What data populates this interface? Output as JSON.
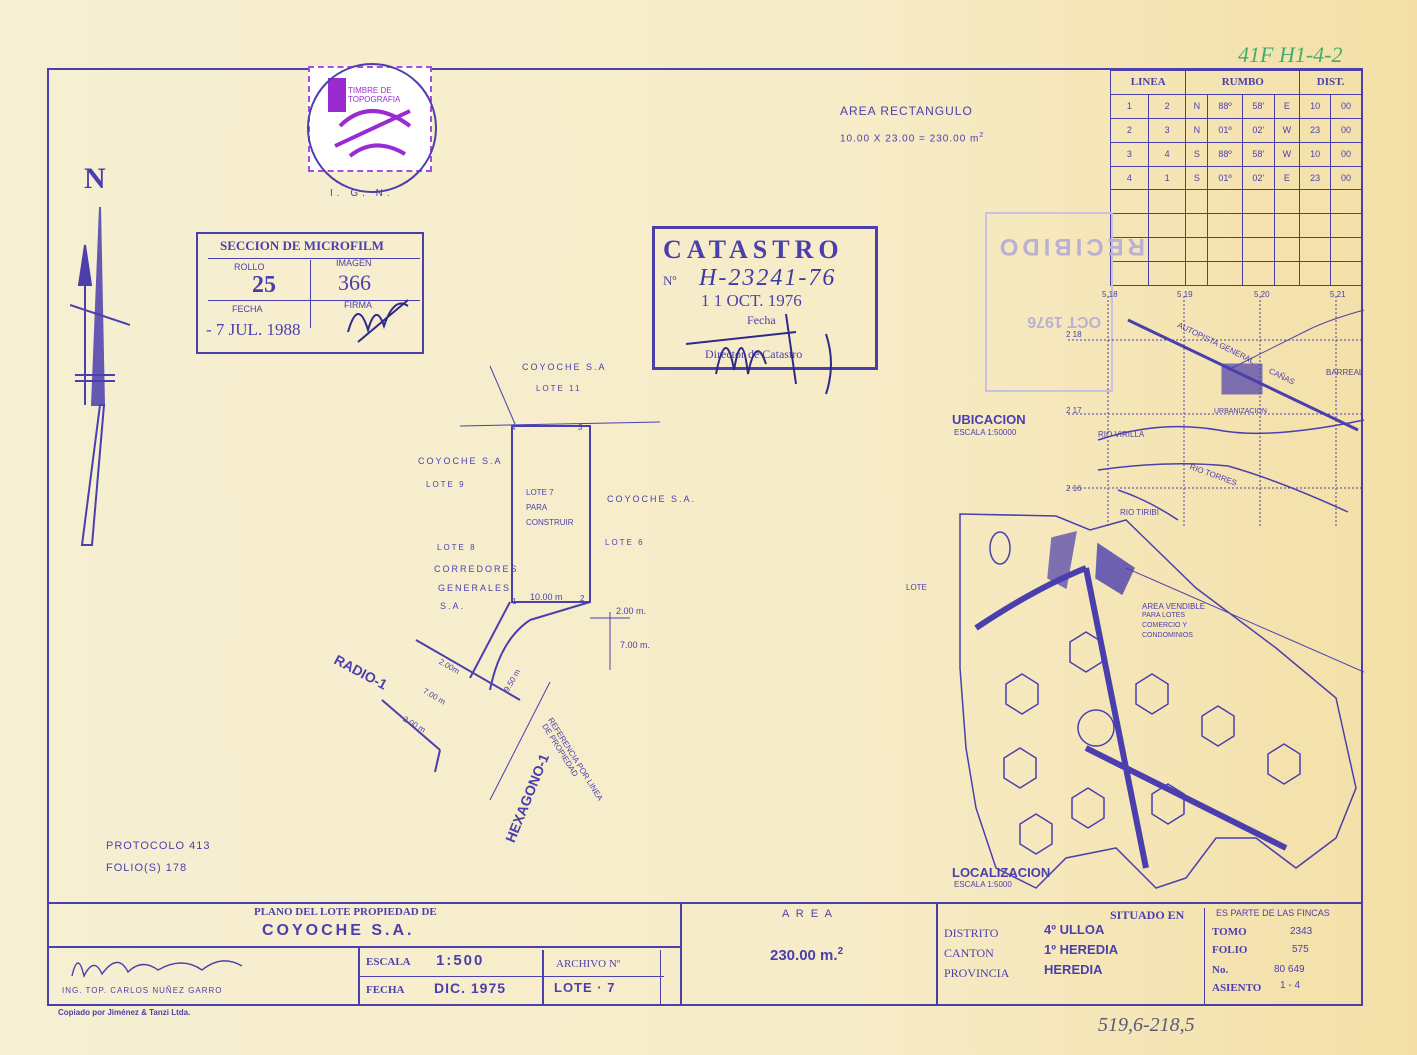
{
  "corner_note": "41F H1-4-2",
  "bottom_note": "519,6-218,5",
  "area_rect": {
    "title": "AREA RECTANGULO",
    "formula": "10.00 X 23.00 = 230.00 m",
    "sup": "2"
  },
  "rumbo_table": {
    "headers": [
      "LINEA",
      "RUMBO",
      "DIST."
    ],
    "rows": [
      [
        "1",
        "2",
        "N",
        "88º",
        "58'",
        "E",
        "10",
        "00"
      ],
      [
        "2",
        "3",
        "N",
        "01º",
        "02'",
        "W",
        "23",
        "00"
      ],
      [
        "3",
        "4",
        "S",
        "88º",
        "58'",
        "W",
        "10",
        "00"
      ],
      [
        "4",
        "1",
        "S",
        "01º",
        "02'",
        "E",
        "23",
        "00"
      ],
      [
        "",
        "",
        "",
        "",
        "",
        "",
        "",
        ""
      ],
      [
        "",
        "",
        "",
        "",
        "",
        "",
        "",
        ""
      ],
      [
        "",
        "",
        "",
        "",
        "",
        "",
        "",
        ""
      ],
      [
        "",
        "",
        "",
        "",
        "",
        "",
        "",
        ""
      ]
    ]
  },
  "north": "N",
  "timbre": {
    "text1": "TIMBRE DE",
    "text2": "TOPOGRAFIA",
    "ring": "I. G. N."
  },
  "microfilm": {
    "title": "SECCION DE MICROFILM",
    "rollo_label": "ROLLO",
    "rollo": "25",
    "imagen_label": "IMAGEN",
    "imagen": "366",
    "fecha_label": "FECHA",
    "fecha": "- 7 JUL. 1988",
    "firma_label": "FIRMA"
  },
  "catastro": {
    "title": "CATASTRO",
    "no_label": "Nº",
    "number": "H-23241-76",
    "date": "1 1 OCT. 1976",
    "fecha_label": "Fecha",
    "director": "Director de Catastro"
  },
  "recibido": {
    "text": "RECIBIDO",
    "date": "OCT 1976"
  },
  "plan_labels": {
    "coyoche_top": "COYOCHE S.A",
    "lote11": "LOTE 11",
    "coyoche_left": "COYOCHE S.A",
    "lote9": "LOTE 9",
    "lote7a": "LOTE 7",
    "lote7b": "PARA",
    "lote7c": "CONSTRUIR",
    "coyoche_right": "COYOCHE S.A.",
    "lote6": "LOTE 6",
    "lote8": "LOTE 8",
    "corr1": "CORREDORES",
    "corr2": "GENERALES",
    "corr3": "S.A.",
    "dim_10": "10.00 m",
    "dim_2a": "2.00 m.",
    "dim_7a": "7.00 m.",
    "dim_2b": "2.00m",
    "dim_7b": "7.00 m",
    "dim_2c": "2.00 m",
    "dim_950": "9.50 m",
    "radio": "RADIO-1",
    "hexagono": "HEXAGONO-1",
    "ref1": "REFERENCIA POR LINEA",
    "ref2": "DE PROPIEDAD",
    "v1": "1",
    "v2": "2",
    "v3": "3",
    "v4": "4"
  },
  "ubicacion": {
    "title": "UBICACION",
    "scale": "ESCALA 1:50000",
    "autopista": "AUTOPISTA GENERAL",
    "canas": "CAÑAS",
    "barreal": "BARREAL",
    "urbanizacion": "URBANIZACION",
    "rio_virilla": "RIO VIRILLA",
    "rio_torres": "RIO TORRES",
    "rio_tiribi": "RIO TIRIBI",
    "grid_top": [
      "5 18",
      "5 19",
      "5 20",
      "5 21"
    ],
    "grid_left": [
      "2 18",
      "2 17",
      "2 16"
    ]
  },
  "localizacion": {
    "title": "LOCALIZACION",
    "scale": "ESCALA 1:5000",
    "lote": "LOTE",
    "area1": "AREA VENDIBLE",
    "area2": "PARA LOTES",
    "area3": "COMERCIO Y",
    "area4": "CONDOMINIOS"
  },
  "protocolo": {
    "p": "PROTOCOLO 413",
    "f": "FOLIO(S) 178"
  },
  "title_block": {
    "plano": "PLANO DEL LOTE PROPIEDAD DE",
    "owner": "COYOCHE S.A.",
    "engineer": "ING. TOP. CARLOS NUÑEZ GARRO",
    "copiado": "Copiado por Jiménez & Tanzi Ltda.",
    "escala_label": "ESCALA",
    "escala": "1:500",
    "fecha_label": "FECHA",
    "fecha": "DIC. 1975",
    "archivo_label": "ARCHIVO  Nº",
    "lote": "LOTE · 7",
    "area_label": "A R E A",
    "area": "230.00 m.",
    "area_sup": "2",
    "situado": "SITUADO EN",
    "distrito_label": "DISTRITO",
    "distrito": "4º ULLOA",
    "canton_label": "CANTON",
    "canton": "1º HEREDIA",
    "provincia_label": "PROVINCIA",
    "provincia": "HEREDIA",
    "es_parte": "ES PARTE DE LAS FINCAS",
    "tomo_label": "TOMO",
    "tomo": "2343",
    "folio_label": "FOLIO",
    "folio": "575",
    "no_label": "No.",
    "no": "80 649",
    "asiento_label": "ASIENTO",
    "asiento": "1 - 4"
  }
}
